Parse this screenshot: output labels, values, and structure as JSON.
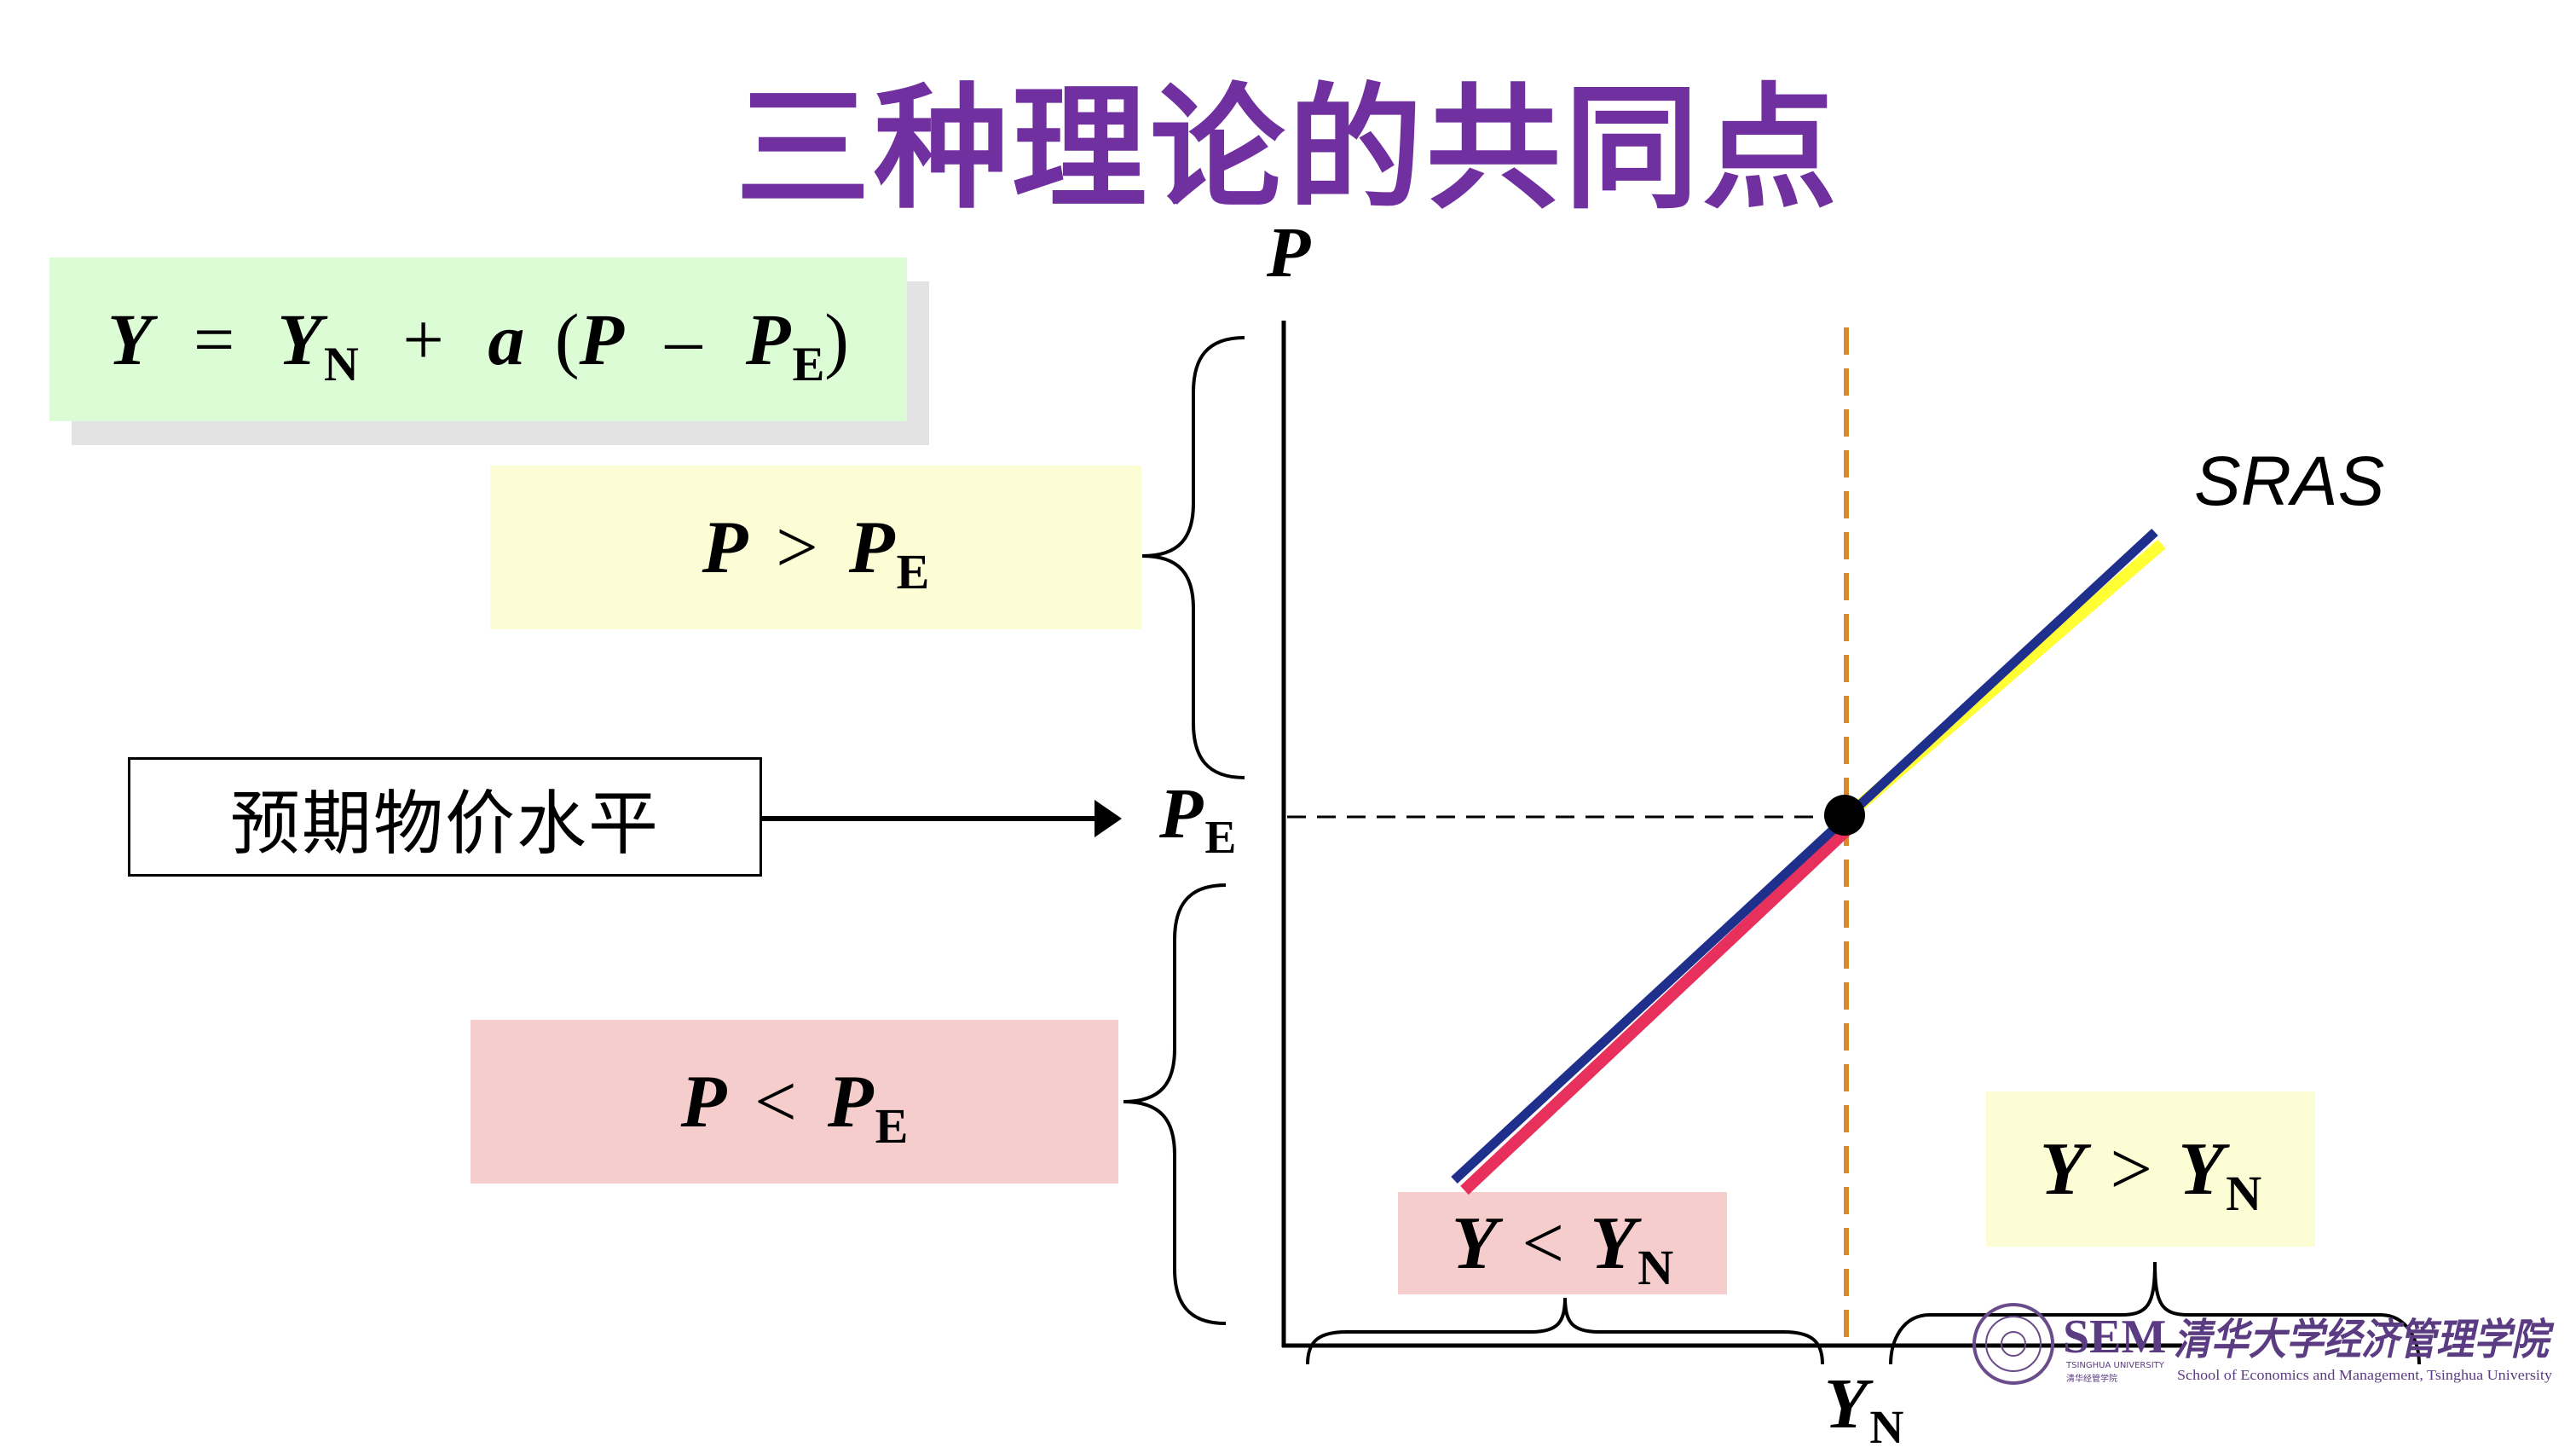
{
  "title": "三种理论的共同点",
  "colors": {
    "title": "#7030a0",
    "equation_bg": "#dcfcd6",
    "upper_box_bg": "#fdfdd5",
    "lower_box_bg": "#f6cdcd",
    "sras_line": "#1f2f8c",
    "upper_highlight": "#ffff33",
    "lower_highlight": "#e8305c",
    "natural_output_line": "#d9892b",
    "logo": "#5b3b82"
  },
  "equation": {
    "Y": "Y",
    "eq": "=",
    "YN_base": "Y",
    "YN_sub": "N",
    "plus": "+",
    "a": "a",
    "lparen": "(",
    "P": "P",
    "minus": "–",
    "PE_base": "P",
    "PE_sub": "E",
    "rparen": ")"
  },
  "upper_box": {
    "P": "P",
    "op": ">",
    "PE_base": "P",
    "PE_sub": "E"
  },
  "lower_box": {
    "P": "P",
    "op": "<",
    "PE_base": "P",
    "PE_sub": "E"
  },
  "expected_price_label": "预期物价水平",
  "axis": {
    "y_label": "P",
    "pe_base": "P",
    "pe_sub": "E",
    "yn_base": "Y",
    "yn_sub": "N"
  },
  "curve_label": "SRAS",
  "y_less_box": {
    "Y": "Y",
    "op": "<",
    "YN_base": "Y",
    "YN_sub": "N"
  },
  "y_greater_box": {
    "Y": "Y",
    "op": ">",
    "YN_base": "Y",
    "YN_sub": "N"
  },
  "logo": {
    "sem": "SEM",
    "sem_en": "TSINGHUA UNIVERSITY",
    "sem_cn": "清华经管学院",
    "cn_name": "清华大学经济管理学院",
    "en_name": "School of Economics and Management, Tsinghua University"
  }
}
